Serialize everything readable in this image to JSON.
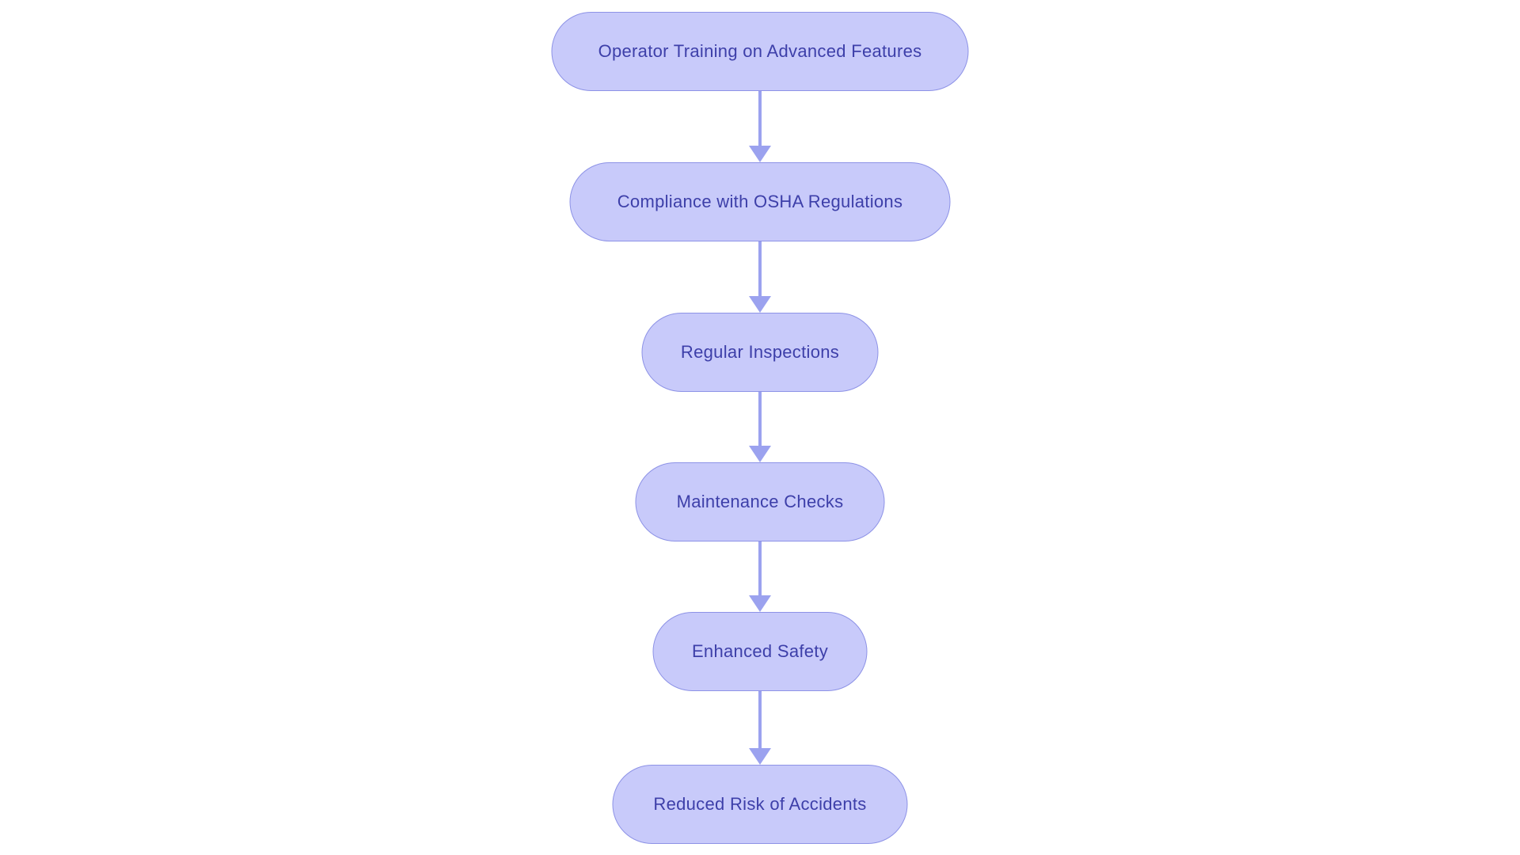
{
  "diagram": {
    "type": "flowchart",
    "direction": "top-down",
    "nodes": [
      {
        "id": "n1",
        "label": "Operator Training on Advanced Features"
      },
      {
        "id": "n2",
        "label": "Compliance with OSHA Regulations"
      },
      {
        "id": "n3",
        "label": "Regular Inspections"
      },
      {
        "id": "n4",
        "label": "Maintenance Checks"
      },
      {
        "id": "n5",
        "label": "Enhanced Safety"
      },
      {
        "id": "n6",
        "label": "Reduced Risk of Accidents"
      }
    ],
    "edges": [
      {
        "from": "n1",
        "to": "n2"
      },
      {
        "from": "n2",
        "to": "n3"
      },
      {
        "from": "n3",
        "to": "n4"
      },
      {
        "from": "n4",
        "to": "n5"
      },
      {
        "from": "n5",
        "to": "n6"
      }
    ],
    "colors": {
      "node_fill": "#c8cafa",
      "node_border": "#8d92e6",
      "node_text": "#3d3fa9",
      "arrow": "#9ba2ef",
      "background": "#ffffff"
    }
  }
}
